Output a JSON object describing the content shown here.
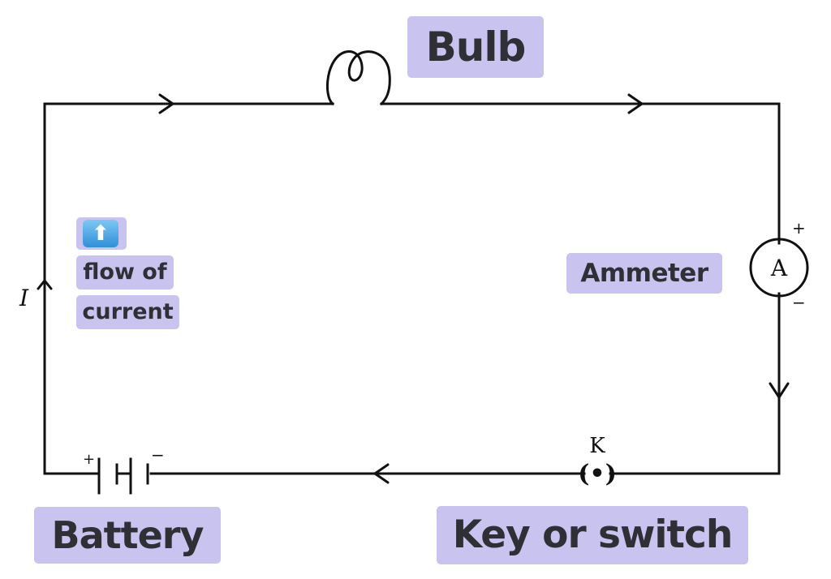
{
  "labels": {
    "bulb": "Bulb",
    "ammeter": "Ammeter",
    "battery": "Battery",
    "key_or_switch": "Key or switch",
    "flow_line1": "flow of",
    "flow_line2": "current"
  },
  "symbols": {
    "current": "I",
    "ammeter": "A",
    "key": "K",
    "key_dot": "(•)",
    "plus": "+",
    "minus": "−",
    "up_arrow": "⬆"
  },
  "colors": {
    "label_background": "#c9c3f0",
    "label_text": "#2f2f35",
    "wire": "#111111"
  }
}
